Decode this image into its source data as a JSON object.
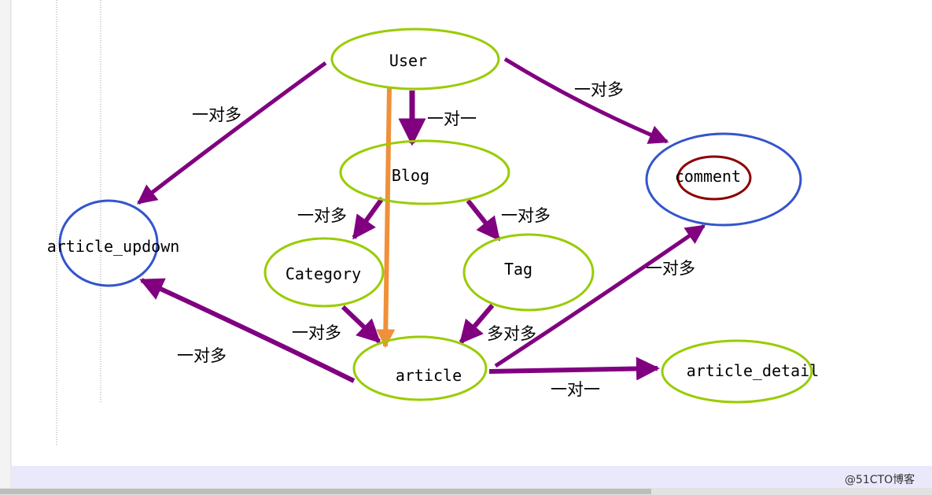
{
  "nodes": {
    "user": "User",
    "blog": "Blog",
    "comment": "comment",
    "article_updown": "article_updown",
    "category": "Category",
    "tag": "Tag",
    "article": "article",
    "article_detail": "article_detail"
  },
  "edges": {
    "user_blog": "一对一",
    "user_comment": "一对多",
    "user_updown": "一对多",
    "blog_category": "一对多",
    "blog_tag": "一对多",
    "category_article": "一对多",
    "tag_article": "多对多",
    "article_comment": "一对多",
    "article_updown": "一对多",
    "article_detail": "一对一"
  },
  "colors": {
    "arrow": "#800080",
    "orange_arrow": "#F0903A",
    "green_ellipse": "#99CC00",
    "blue_ellipse": "#3355CC",
    "dark_red_ellipse": "#8B0000",
    "bottom_band": "#E9E9FB"
  },
  "watermark": "@51CTO博客"
}
